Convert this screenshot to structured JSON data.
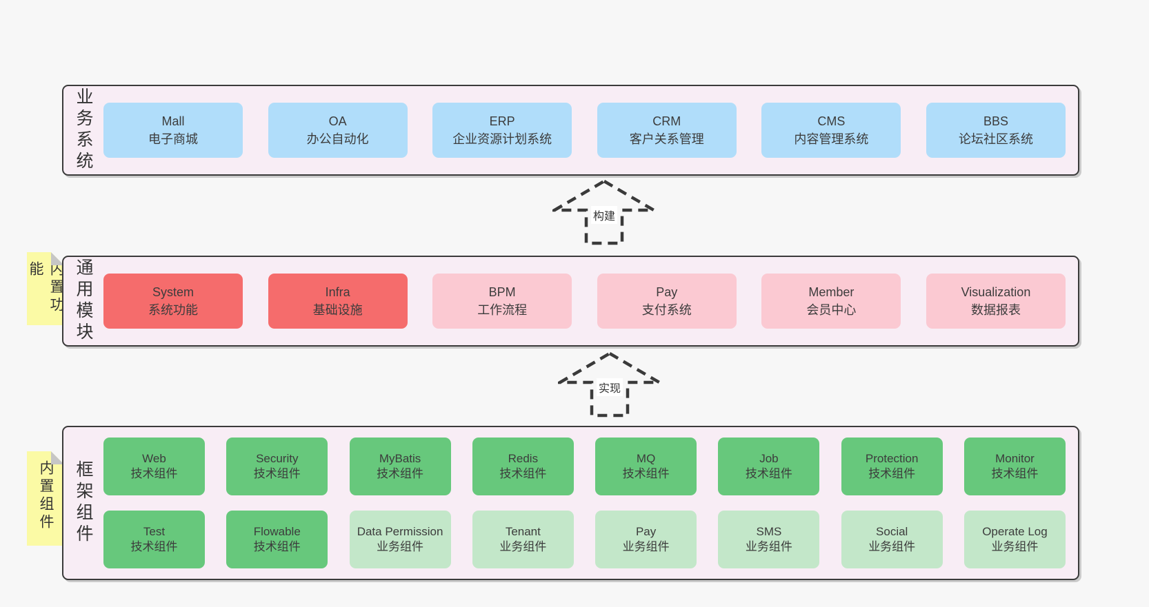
{
  "colors": {
    "page_bg": "#f7f7f7",
    "band_bg": "#f8edf5",
    "band_border": "#3a3a3a",
    "business_box_blue": "#b0ddfa",
    "core_module_red": "#f56c6c",
    "optional_module_pink": "#fbc9d2",
    "tech_component_green": "#67c87c",
    "biz_component_light_green": "#c3e7c9",
    "note_yellow": "#fbfaa5",
    "text": "#3c3c3c"
  },
  "bands": [
    {
      "label": "业务系统",
      "boxes": [
        {
          "name": "Mall",
          "sub": "电子商城"
        },
        {
          "name": "OA",
          "sub": "办公自动化"
        },
        {
          "name": "ERP",
          "sub": "企业资源计划系统"
        },
        {
          "name": "CRM",
          "sub": "客户关系管理"
        },
        {
          "name": "CMS",
          "sub": "内容管理系统"
        },
        {
          "name": "BBS",
          "sub": "论坛社区系统"
        }
      ]
    },
    {
      "label": "通用模块",
      "note": "内置功能",
      "boxes": [
        {
          "name": "System",
          "sub": "系统功能"
        },
        {
          "name": "Infra",
          "sub": "基础设施"
        },
        {
          "name": "BPM",
          "sub": "工作流程"
        },
        {
          "name": "Pay",
          "sub": "支付系统"
        },
        {
          "name": "Member",
          "sub": "会员中心"
        },
        {
          "name": "Visualization",
          "sub": "数据报表"
        }
      ]
    },
    {
      "label": "框架组件",
      "note": "内置组件",
      "rows": [
        [
          {
            "name": "Web",
            "sub": "技术组件"
          },
          {
            "name": "Security",
            "sub": "技术组件"
          },
          {
            "name": "MyBatis",
            "sub": "技术组件"
          },
          {
            "name": "Redis",
            "sub": "技术组件"
          },
          {
            "name": "MQ",
            "sub": "技术组件"
          },
          {
            "name": "Job",
            "sub": "技术组件"
          },
          {
            "name": "Protection",
            "sub": "技术组件"
          },
          {
            "name": "Monitor",
            "sub": "技术组件"
          }
        ],
        [
          {
            "name": "Test",
            "sub": "技术组件"
          },
          {
            "name": "Flowable",
            "sub": "技术组件"
          },
          {
            "name": "Data Permission",
            "sub": "业务组件"
          },
          {
            "name": "Tenant",
            "sub": "业务组件"
          },
          {
            "name": "Pay",
            "sub": "业务组件"
          },
          {
            "name": "SMS",
            "sub": "业务组件"
          },
          {
            "name": "Social",
            "sub": "业务组件"
          },
          {
            "name": "Operate Log",
            "sub": "业务组件"
          }
        ]
      ]
    }
  ],
  "arrows": [
    {
      "label": "构建",
      "icon": "dashed-up-arrow"
    },
    {
      "label": "实现",
      "icon": "dashed-up-arrow"
    }
  ]
}
